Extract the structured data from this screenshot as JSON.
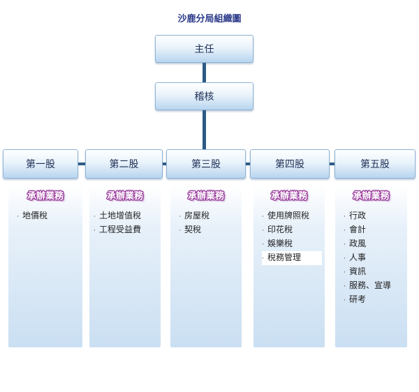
{
  "title": "沙鹿分局組織圖",
  "top": {
    "director": "主任",
    "audit": "稽核"
  },
  "duties_label": "承辦業務",
  "bullet": "·",
  "sections": [
    {
      "name": "第一股",
      "items": [
        "地價稅"
      ]
    },
    {
      "name": "第二股",
      "items": [
        "土地增值稅",
        "工程受益費"
      ]
    },
    {
      "name": "第三股",
      "items": [
        "房屋稅",
        "契稅"
      ]
    },
    {
      "name": "第四股",
      "items": [
        "使用牌照稅",
        "印花稅",
        "娛樂稅",
        "稅務管理"
      ]
    },
    {
      "name": "第五股",
      "items": [
        "行政",
        "會計",
        "政風",
        "人事",
        "資訊",
        "服務、宣導",
        "研考"
      ]
    }
  ],
  "colors": {
    "connector": "#2c5a86",
    "title": "#2b3a8a",
    "badge": "#9a3c9c"
  }
}
